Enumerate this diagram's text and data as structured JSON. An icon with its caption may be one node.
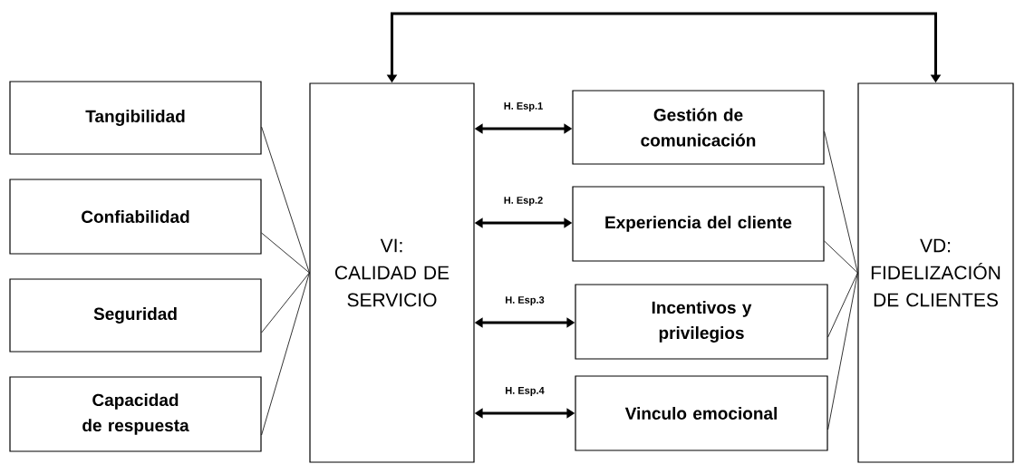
{
  "diagram": {
    "nodes": [
      {
        "text": [
          "Tangibilidad"
        ]
      },
      {
        "text": [
          "Confiabilidad"
        ]
      },
      {
        "text": [
          "Seguridad"
        ]
      },
      {
        "text": [
          "Capacidad de respuesta"
        ]
      },
      {
        "text": [
          "VI:",
          "CALIDAD DE SERVICIO"
        ]
      },
      {
        "text": [
          "Gestión de comunicación"
        ]
      },
      {
        "text": [
          "Experiencia del cliente"
        ]
      },
      {
        "text": [
          "Incentivos y privilegios"
        ]
      },
      {
        "text": [
          "Vinculo emocional"
        ]
      },
      {
        "text": [
          "VD:",
          "FIDELIZACIÓN DE CLIENTES"
        ]
      }
    ],
    "edges": [
      {
        "from": 0,
        "to": 4,
        "arrow": "none"
      },
      {
        "from": 1,
        "to": 4,
        "arrow": "none"
      },
      {
        "from": 2,
        "to": 4,
        "arrow": "none"
      },
      {
        "from": 3,
        "to": 4,
        "arrow": "none"
      },
      {
        "from": 4,
        "to": 5,
        "arrow": "both",
        "style": "thick",
        "label": "H. Esp.1"
      },
      {
        "from": 4,
        "to": 6,
        "arrow": "both",
        "style": "thick",
        "label": "H. Esp.2"
      },
      {
        "from": 4,
        "to": 7,
        "arrow": "both",
        "style": "thick",
        "label": "H. Esp.3"
      },
      {
        "from": 4,
        "to": 8,
        "arrow": "both",
        "style": "thick",
        "label": "H. Esp.4"
      },
      {
        "from": 5,
        "to": 9,
        "arrow": "none"
      },
      {
        "from": 6,
        "to": 9,
        "arrow": "none"
      },
      {
        "from": 7,
        "to": 9,
        "arrow": "none"
      },
      {
        "from": 8,
        "to": 9,
        "arrow": "none"
      },
      {
        "from": 4,
        "to": 9,
        "arrow": "both",
        "style": "thick"
      }
    ]
  }
}
